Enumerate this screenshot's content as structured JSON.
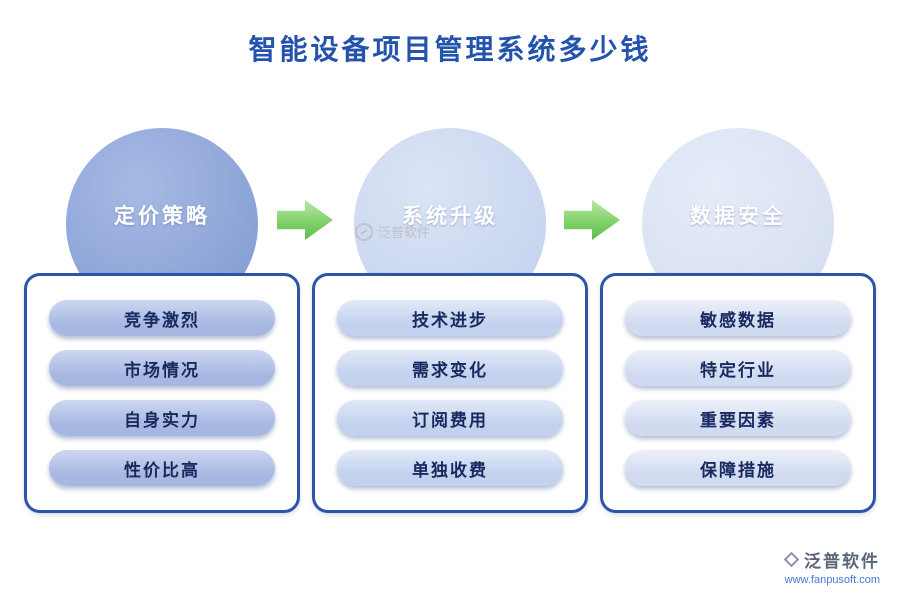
{
  "title": "智能设备项目管理系统多少钱",
  "columns": [
    {
      "header": "定价策略",
      "items": [
        "竞争激烈",
        "市场情况",
        "自身实力",
        "性价比高"
      ]
    },
    {
      "header": "系统升级",
      "items": [
        "技术进步",
        "需求变化",
        "订阅费用",
        "单独收费"
      ]
    },
    {
      "header": "数据安全",
      "items": [
        "敏感数据",
        "特定行业",
        "重要因素",
        "保障措施"
      ]
    }
  ],
  "watermark": {
    "text": "泛普软件"
  },
  "footer": {
    "brand": "泛普软件",
    "url": "www.fanpusoft.com"
  },
  "colors": {
    "title_blue": "#2453ae",
    "box_border_blue": "#2d55a7",
    "arrow_green": "#7ccf66",
    "circle_pricing": "#8199d2",
    "circle_upgrade": "#c6d4ee",
    "circle_security": "#d6dff1",
    "pill_text_navy": "#17295e"
  }
}
